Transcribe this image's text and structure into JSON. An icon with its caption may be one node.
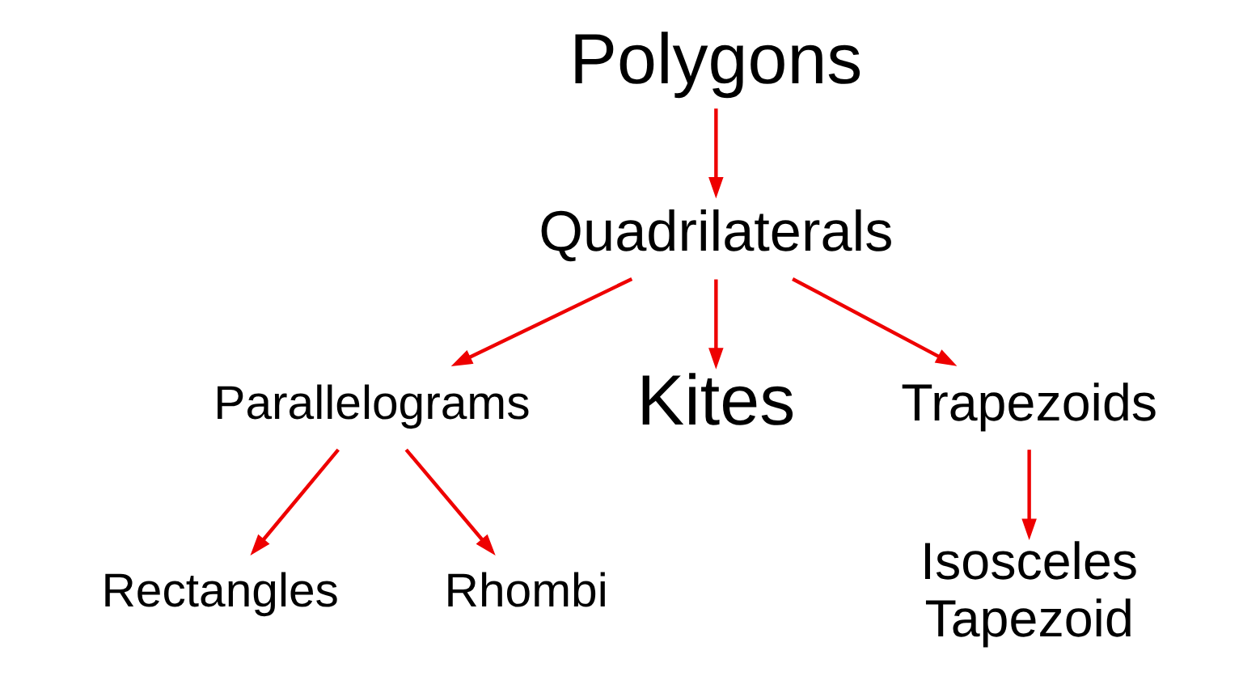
{
  "diagram": {
    "nodes": [
      {
        "text": [
          "Polygons"
        ]
      },
      {
        "text": [
          "Quadrilaterals"
        ]
      },
      {
        "text": [
          "Parallelograms"
        ]
      },
      {
        "text": [
          "Kites"
        ]
      },
      {
        "text": [
          "Trapezoids"
        ]
      },
      {
        "text": [
          "Rectangles"
        ]
      },
      {
        "text": [
          "Rhombi"
        ]
      },
      {
        "text": [
          "Isosceles Tapezoid"
        ]
      }
    ],
    "edges": [
      {
        "from": 0,
        "to": 1,
        "arrow": "to"
      },
      {
        "from": 1,
        "to": 2,
        "arrow": "to"
      },
      {
        "from": 1,
        "to": 3,
        "arrow": "to"
      },
      {
        "from": 1,
        "to": 4,
        "arrow": "to"
      },
      {
        "from": 2,
        "to": 5,
        "arrow": "to"
      },
      {
        "from": 2,
        "to": 6,
        "arrow": "to"
      },
      {
        "from": 4,
        "to": 7,
        "arrow": "to"
      }
    ]
  }
}
